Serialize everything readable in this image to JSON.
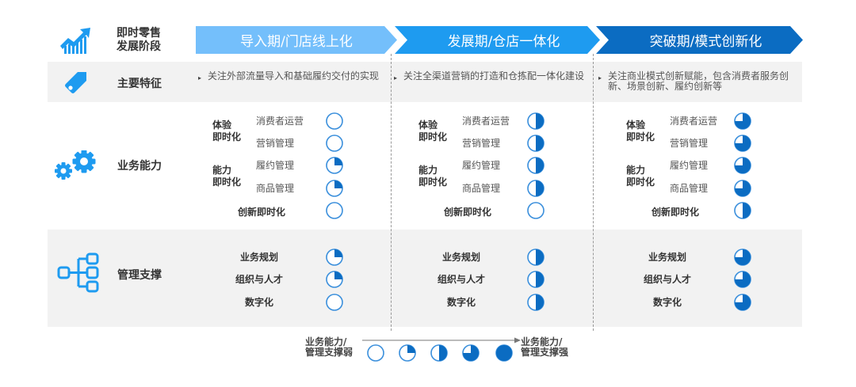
{
  "header": {
    "title_line1": "即时零售",
    "title_line2": "发展阶段",
    "icon": "growth-chart-icon",
    "stages": [
      {
        "label": "导入期/门店线上化",
        "color": "#74bffb"
      },
      {
        "label": "发展期/仓店一体化",
        "color": "#1e9bf0"
      },
      {
        "label": "突破期/模式创新化",
        "color": "#0b6cc2"
      }
    ]
  },
  "rows": {
    "features": {
      "title": "主要特征",
      "icon": "tag-icon",
      "bullet": "▸",
      "stages": [
        {
          "text": "关注外部流量导入和基础履约交付的实现"
        },
        {
          "text": "关注全渠道营销的打造和仓拣配一体化建设"
        },
        {
          "text": "关注商业模式创新赋能，包含消费者服务创新、场景创新、履约创新等"
        }
      ]
    },
    "business": {
      "title": "业务能力",
      "icon": "gears-icon",
      "group1": "体验即时化",
      "group1_line1": "体验",
      "group1_line2": "即时化",
      "group2_line1": "能力",
      "group2_line2": "即时化",
      "items": [
        "消费者运营",
        "营销管理",
        "履约管理",
        "商品管理",
        "创新即时化"
      ],
      "levels": [
        [
          0,
          0,
          1,
          1,
          0
        ],
        [
          2,
          2,
          2,
          2,
          0
        ],
        [
          3,
          3,
          3,
          3,
          2
        ]
      ]
    },
    "management": {
      "title": "管理支撑",
      "icon": "org-tree-icon",
      "items": [
        "业务规划",
        "组织与人才",
        "数字化"
      ],
      "levels": [
        [
          1,
          1,
          0
        ],
        [
          2,
          2,
          2
        ],
        [
          3,
          3,
          3
        ]
      ]
    }
  },
  "legend": {
    "weak_line1": "业务能力/",
    "weak_line2": "管理支撑弱",
    "strong_line1": "业务能力/",
    "strong_line2": "管理支撑强",
    "levels": [
      0,
      1,
      2,
      3,
      4
    ]
  },
  "colors": {
    "pie_fill": "#0b6cc2",
    "pie_stroke": "#3a8fdc",
    "icon_blue": "#1e9bf0",
    "band_grey": "#f2f2f2"
  }
}
